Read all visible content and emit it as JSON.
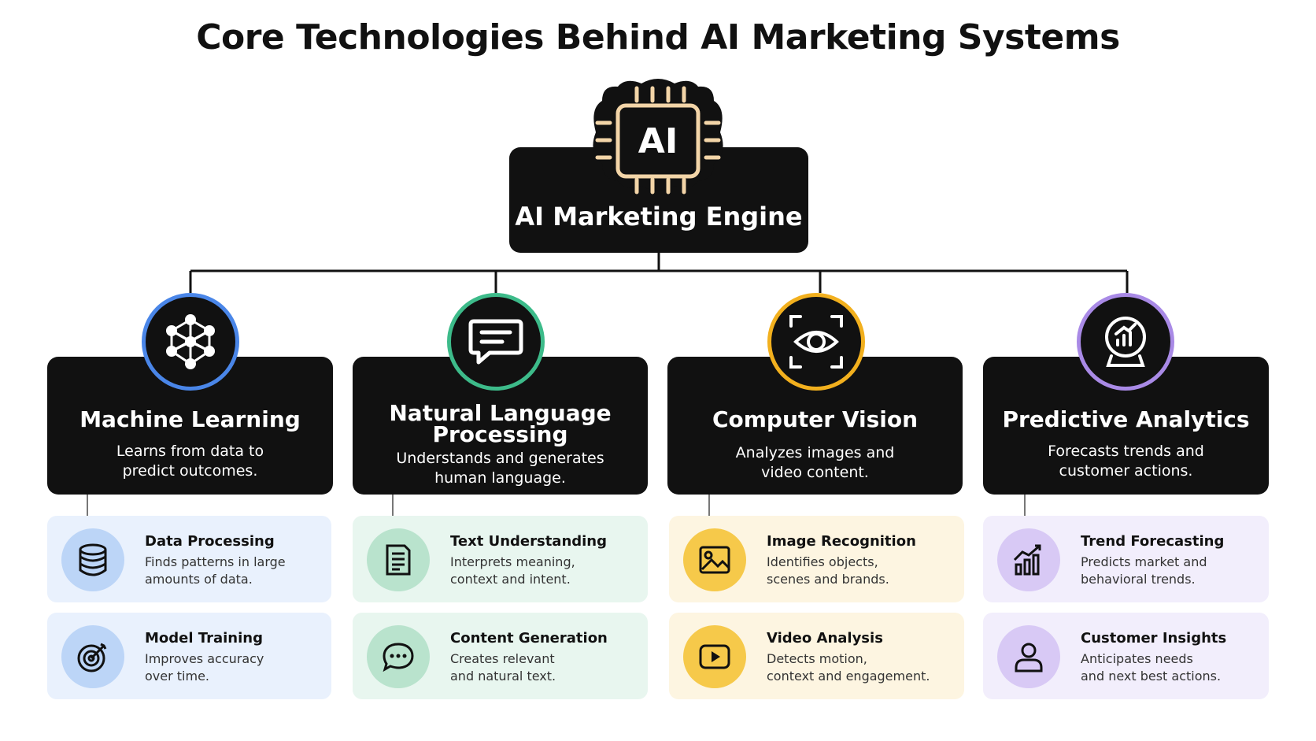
{
  "title": "Core Technologies Behind AI Marketing Systems",
  "engine": {
    "chip_text": "AI",
    "label": "AI Marketing Engine"
  },
  "colors": {
    "ml": "#4a86e8",
    "nlp": "#3dbb8a",
    "cv": "#f2b01e",
    "pa": "#a98ae6",
    "ml_bg": "#e9f1fd",
    "nlp_bg": "#e8f6ef",
    "cv_bg": "#fdf5e1",
    "pa_bg": "#f2eefc",
    "ml_icon": "#bcd5f7",
    "nlp_icon": "#b9e3cd",
    "cv_icon": "#f6c94a",
    "pa_icon": "#d8c9f5",
    "chip": "#f3d5a8"
  },
  "categories": [
    {
      "title": "Machine Learning",
      "desc1": "Learns from data to",
      "desc2": "predict outcomes.",
      "icon": "neural-network-icon",
      "items": [
        {
          "title": "Data Processing",
          "desc1": "Finds patterns in large",
          "desc2": "amounts of data.",
          "icon": "database-icon"
        },
        {
          "title": "Model Training",
          "desc1": "Improves accuracy",
          "desc2": "over time.",
          "icon": "target-icon"
        }
      ]
    },
    {
      "title1": "Natural Language",
      "title2": "Processing",
      "desc1": "Understands and generates",
      "desc2": "human language.",
      "icon": "chat-bubble-icon",
      "items": [
        {
          "title": "Text Understanding",
          "desc1": "Interprets meaning,",
          "desc2": "context and intent.",
          "icon": "document-icon"
        },
        {
          "title": "Content Generation",
          "desc1": "Creates relevant",
          "desc2": "and natural text.",
          "icon": "speech-dots-icon"
        }
      ]
    },
    {
      "title": "Computer Vision",
      "desc1": "Analyzes images and",
      "desc2": "video content.",
      "icon": "eye-scan-icon",
      "items": [
        {
          "title": "Image Recognition",
          "desc1": "Identifies objects,",
          "desc2": "scenes and brands.",
          "icon": "image-icon"
        },
        {
          "title": "Video Analysis",
          "desc1": "Detects motion,",
          "desc2": "context and engagement.",
          "icon": "video-play-icon"
        }
      ]
    },
    {
      "title": "Predictive Analytics",
      "desc1": "Forecasts trends and",
      "desc2": "customer actions.",
      "icon": "crystal-ball-chart-icon",
      "items": [
        {
          "title": "Trend Forecasting",
          "desc1": "Predicts market and",
          "desc2": "behavioral trends.",
          "icon": "trend-chart-icon"
        },
        {
          "title": "Customer Insights",
          "desc1": "Anticipates needs",
          "desc2": "and next best actions.",
          "icon": "person-icon"
        }
      ]
    }
  ]
}
